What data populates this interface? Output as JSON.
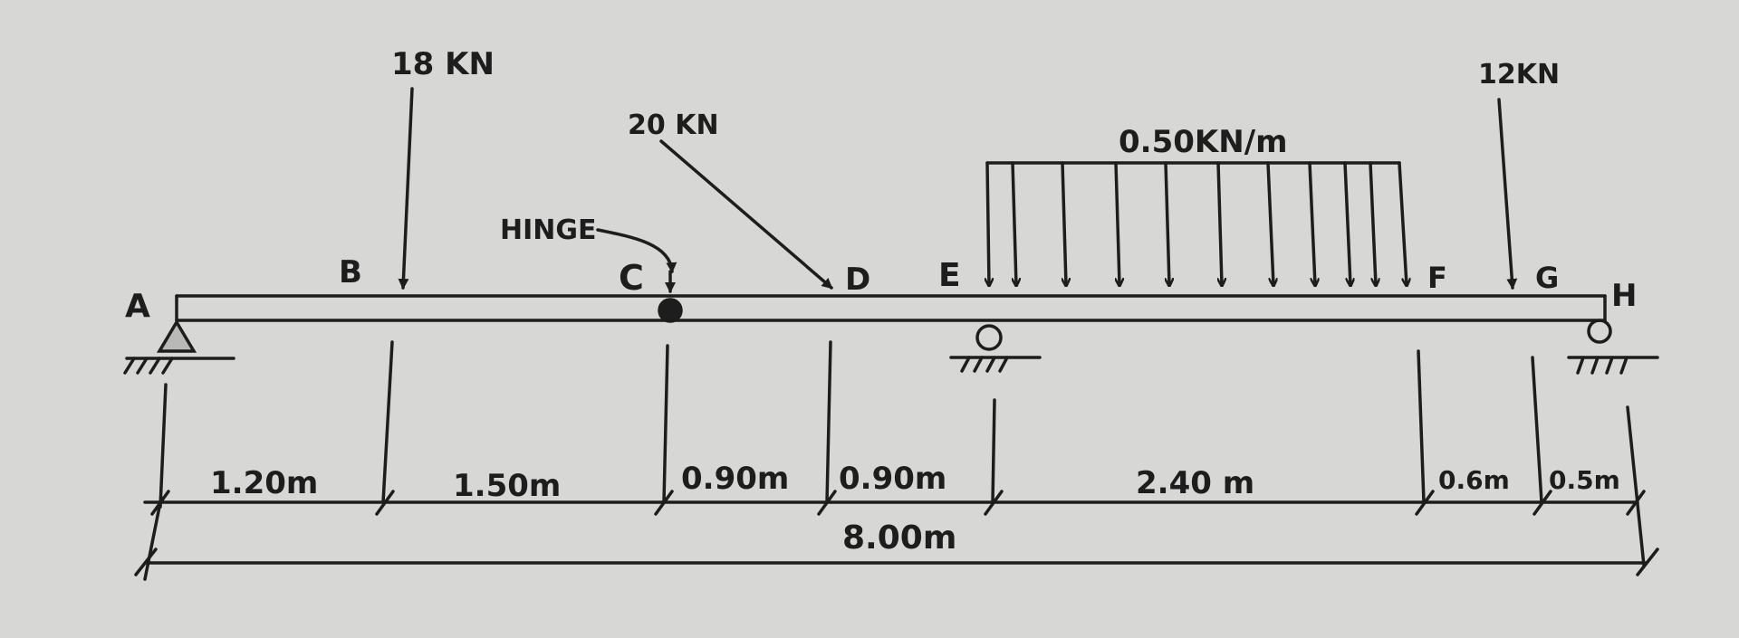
{
  "loads": {
    "p18": "18 KN",
    "p20": "20 KN",
    "p12": "12KN",
    "udl": "0.50KN/m"
  },
  "points": {
    "A": "A",
    "B": "B",
    "C": "C",
    "D": "D",
    "E": "E",
    "F": "F",
    "G": "G",
    "H": "H"
  },
  "hinge": "HINGE",
  "dims": {
    "d1": "1.20m",
    "d2": "1.50m",
    "d3": "0.90m",
    "d4": "0.90m",
    "d5": "2.40 m",
    "d6": "0.6m",
    "d7": "0.5m",
    "total": "8.00m"
  },
  "colors": {
    "ink": "#1d1d1d",
    "paper": "#d7d7d5"
  }
}
